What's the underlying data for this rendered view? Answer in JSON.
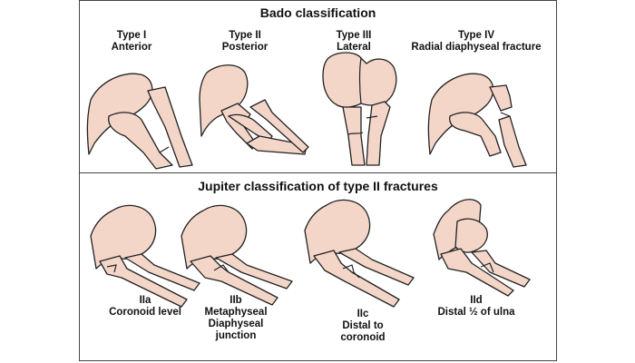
{
  "top_title": "Bado classification",
  "bottom_title": "Jupiter classification of type II fractures",
  "bado": [
    {
      "line1": "Type I",
      "line2": "Anterior"
    },
    {
      "line1": "Type II",
      "line2": "Posterior"
    },
    {
      "line1": "Type III",
      "line2": "Lateral"
    },
    {
      "line1": "Type IV",
      "line2": "Radial diaphyseal fracture"
    }
  ],
  "jupiter": [
    {
      "lines": [
        "IIa",
        "Coronoid level"
      ]
    },
    {
      "lines": [
        "IIb",
        "Metaphyseal",
        "Diaphyseal",
        "junction"
      ]
    },
    {
      "lines": [
        "IIc",
        "Distal to",
        "coronoid"
      ]
    },
    {
      "lines": [
        "IId",
        "Distal ½ of ulna"
      ]
    }
  ],
  "colors": {
    "bone_fill": "#f3d6c8",
    "outline": "#222222",
    "border": "#444444"
  }
}
